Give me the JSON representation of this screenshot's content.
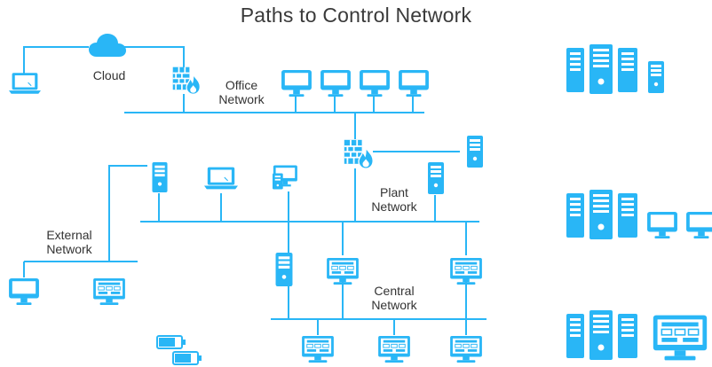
{
  "title": "Paths to Control Network",
  "labels": {
    "cloud": "Cloud",
    "office_1": "Office",
    "office_2": "Network",
    "plant_1": "Plant",
    "plant_2": "Network",
    "external_1": "External",
    "external_2": "Network",
    "central_1": "Central",
    "central_2": "Network"
  },
  "colors": {
    "accent": "#29b6f6",
    "icon_white": "#ffffff",
    "text": "#333333"
  },
  "icons": {
    "cloud": "cloud-icon",
    "laptop": "laptop-icon",
    "firewall": "firewall-icon",
    "monitor": "monitor-icon",
    "workstation": "workstation-icon",
    "hmi": "hmi-monitor-icon",
    "server_tower": "server-tower-icon",
    "server_rack": "server-rack-icon",
    "battery": "battery-icon"
  }
}
